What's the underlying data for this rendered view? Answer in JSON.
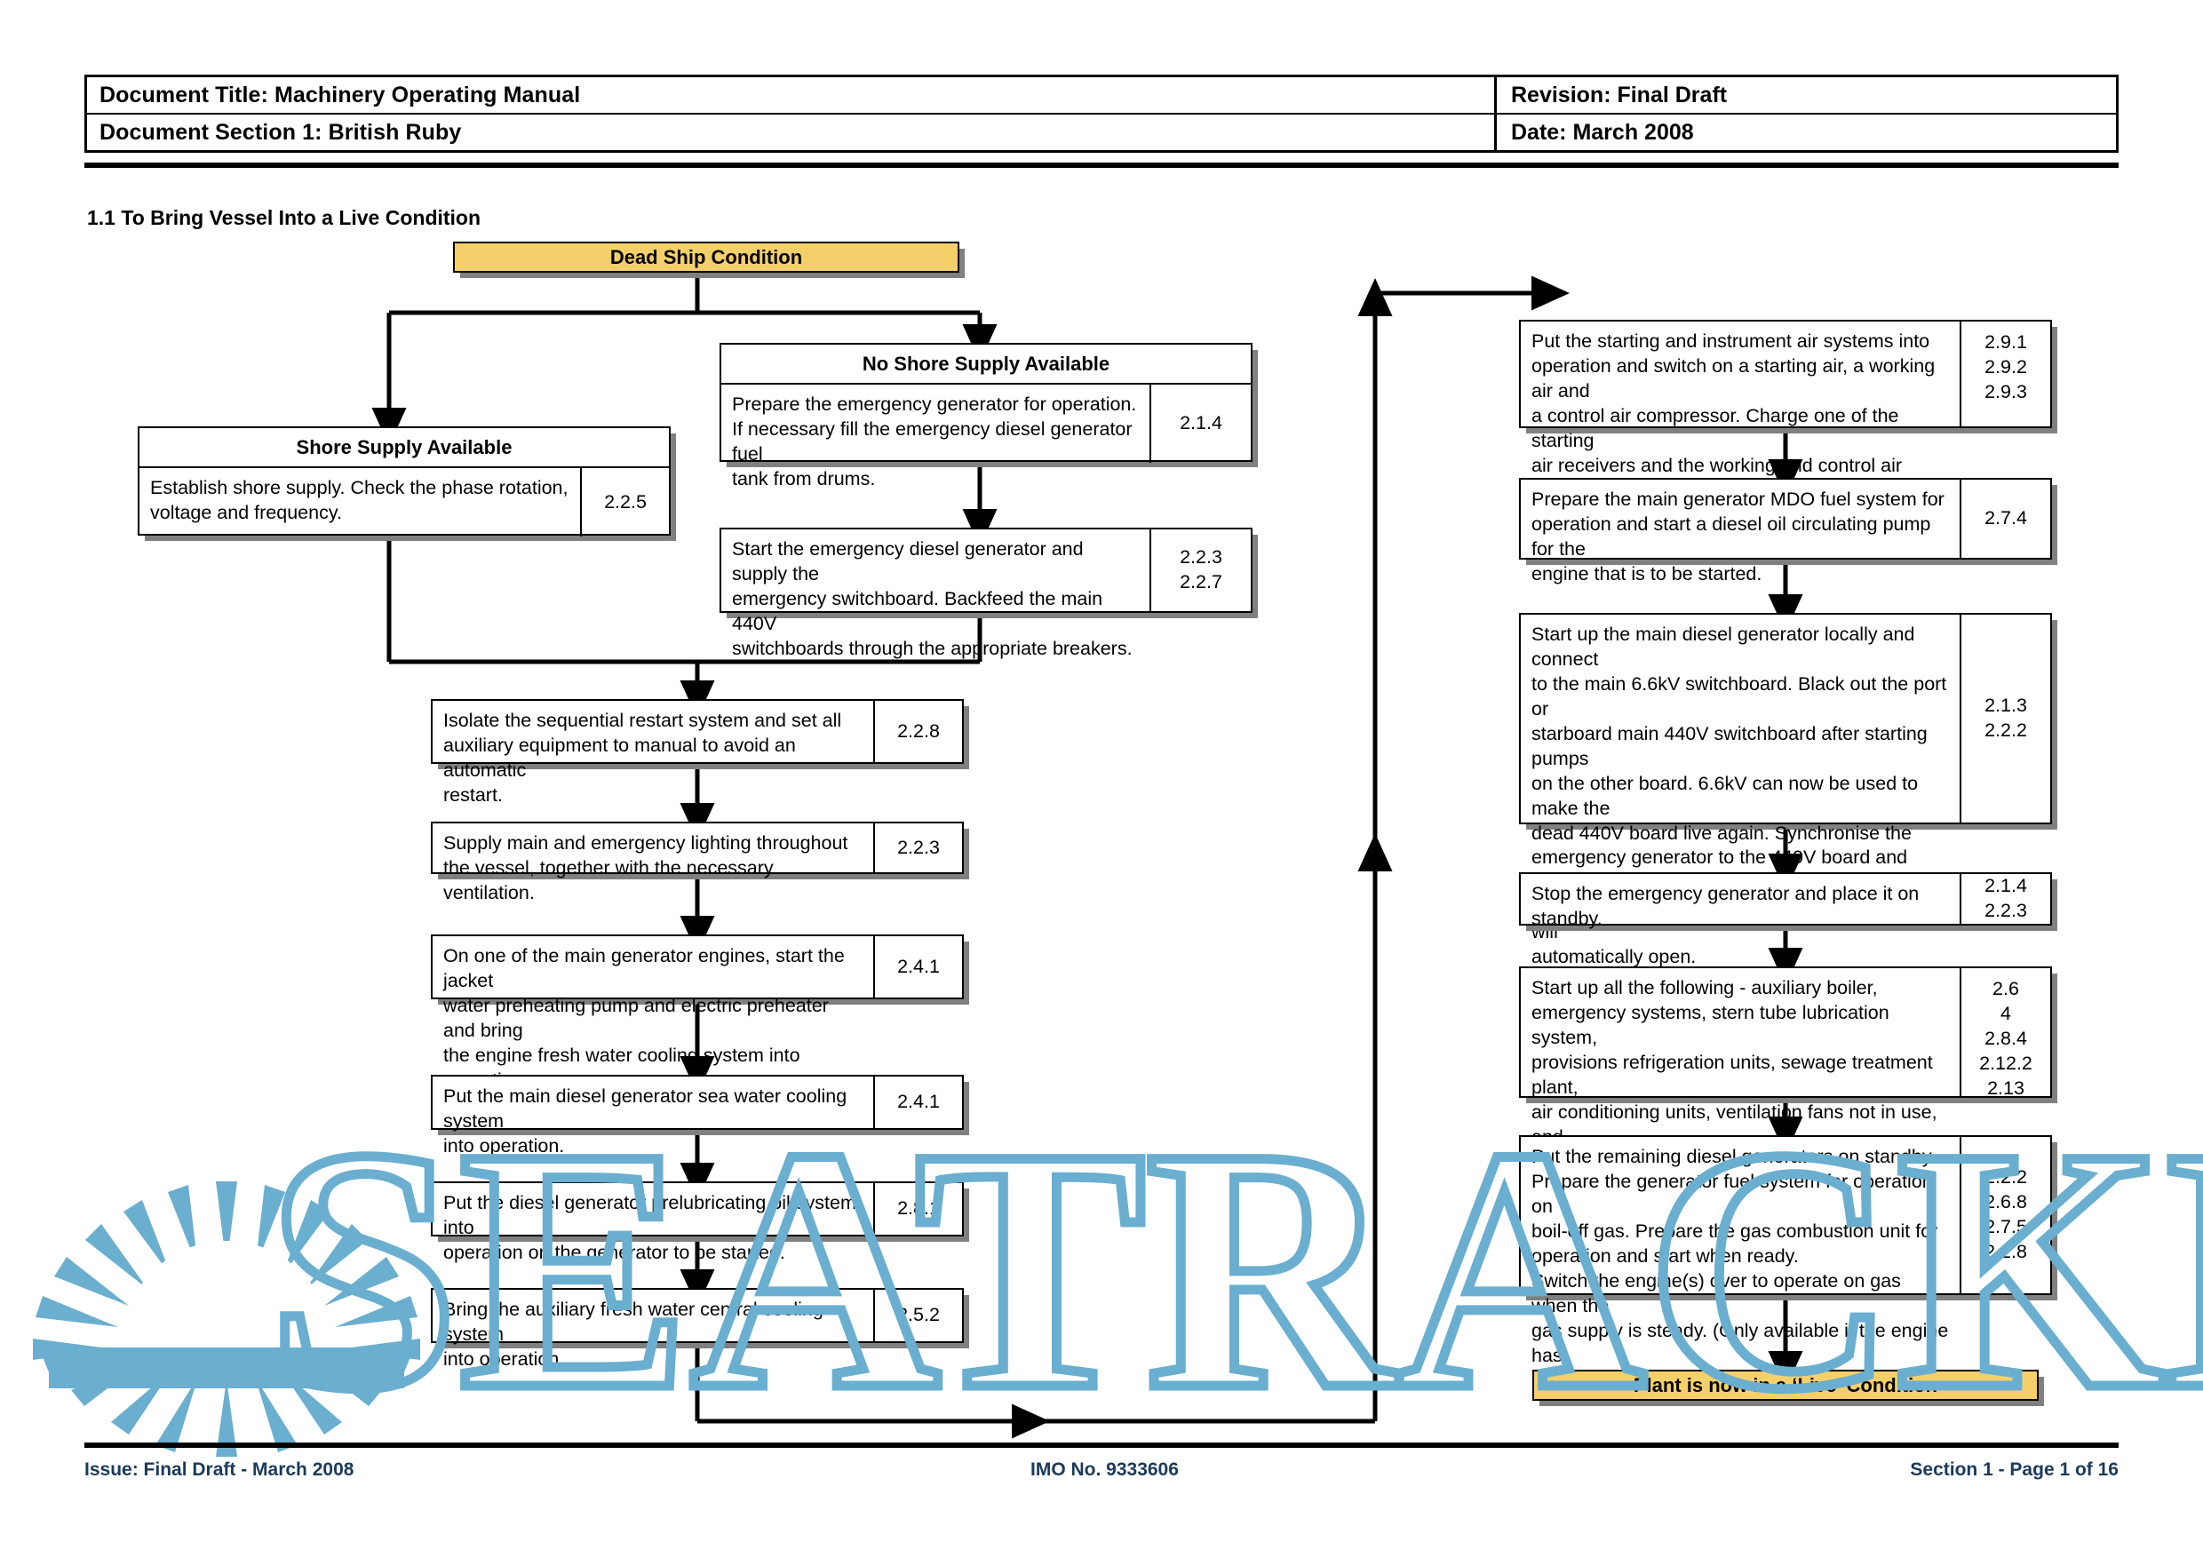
{
  "header": {
    "doc_title": "Document Title: Machinery Operating Manual",
    "doc_section": "Document Section 1: British Ruby",
    "revision": "Revision: Final Draft",
    "date": "Date: March 2008"
  },
  "section_title": "1.1 To Bring Vessel Into a Live Condition",
  "flow": {
    "start": {
      "label": "Dead Ship Condition"
    },
    "end": {
      "label": "Plant is now in a ‘Live’ Condition"
    },
    "left_branch": {
      "header": "Shore Supply Available",
      "text": "Establish shore supply. Check the phase rotation,\nvoltage and frequency.",
      "refs": "2.2.5"
    },
    "right_branch": {
      "header": "No Shore Supply Available",
      "step1": {
        "text": "Prepare the emergency generator for operation.\nIf necessary fill the emergency diesel generator fuel\ntank from drums.",
        "refs": "2.1.4"
      },
      "step2": {
        "text": "Start the emergency diesel generator and supply the\nemergency switchboard. Backfeed the main 440V\nswitchboards through the appropriate breakers.",
        "refs": "2.2.3\n2.2.7"
      }
    },
    "column_left": [
      {
        "text": "Isolate the sequential restart system and set all\nauxiliary equipment to manual to avoid an automatic\nrestart.",
        "refs": "2.2.8"
      },
      {
        "text": "Supply main and emergency lighting throughout\nthe vessel, together with the necessary ventilation.",
        "refs": "2.2.3"
      },
      {
        "text": "On one of the main generator engines, start the jacket\nwater preheating pump and electric preheater and bring\nthe engine fresh water cooling system into operation.",
        "refs": "2.4.1"
      },
      {
        "text": "Put the main diesel generator sea water cooling system\ninto operation.",
        "refs": "2.4.1"
      },
      {
        "text": "Put the diesel generator prelubricating oil system into\noperation on the generator to be started.",
        "refs": "2.8.1"
      },
      {
        "text": "Bring the auxiliary fresh water central cooling system\ninto operation.",
        "refs": "2.5.2"
      }
    ],
    "column_right": [
      {
        "text": "Put the starting and instrument air systems into\noperation and switch on a starting air, a working air and\na control air compressor. Charge one of the starting\nair receivers and the working and control air receivers\nto full capacity.",
        "refs": "2.9.1\n2.9.2\n2.9.3"
      },
      {
        "text": "Prepare the main generator MDO fuel system for\noperation and start a diesel oil circulating pump for the\nengine that is to be started.",
        "refs": "2.7.4"
      },
      {
        "text": "Start up the main diesel generator locally and connect\nto the main 6.6kV switchboard. Black out the port or\nstarboard main 440V switchboard after starting pumps\non the other board. 6.6kV can now be used to make the\ndead 440V board live again. Synchronise the\nemergency generator to the 440V board and close the\ninterconnector The emergency generator  breaker will\nautomatically open.",
        "refs": "2.1.3\n2.2.2"
      },
      {
        "text": "Stop the emergency generator and place it on standby.",
        "refs": "2.1.4\n2.2.3"
      },
      {
        "text": "Start up all the following - auxiliary boiler,\nemergency systems, stern tube lubrication system,\nprovisions refrigeration units, sewage treatment plant,\nair conditioning units, ventilation fans not in use, and\naccommodation supplies etc.",
        "refs": "2.6\n4\n2.8.4\n2.12.2\n2.13"
      },
      {
        "text": "Put the remaining diesel generators on standby.\nPrepare the generator fuel system for operation on\nboil-off gas. Prepare the gas combustion unit for\noperation and start when ready.\nSwitch the engine(s) over to operate on gas when the\ngas supply is steady. (Only available if the engine has\nbeen started in pilot diesel mode.)",
        "refs": "2.2.2\n2.6.8\n2.7.5\n2.2.8"
      }
    ]
  },
  "footer": {
    "left": "Issue: Final Draft  -  March 2008",
    "center": "IMO No. 9333606",
    "right": "Section 1  -  Page 1 of 16"
  },
  "watermark": {
    "text": "SEATRACKER.RU",
    "color": "#6aaed0"
  },
  "colors": {
    "terminator_fill": "#f5d06a",
    "box_border": "#000000",
    "shadow": "#808080",
    "footer_text": "#1b3a5c"
  }
}
